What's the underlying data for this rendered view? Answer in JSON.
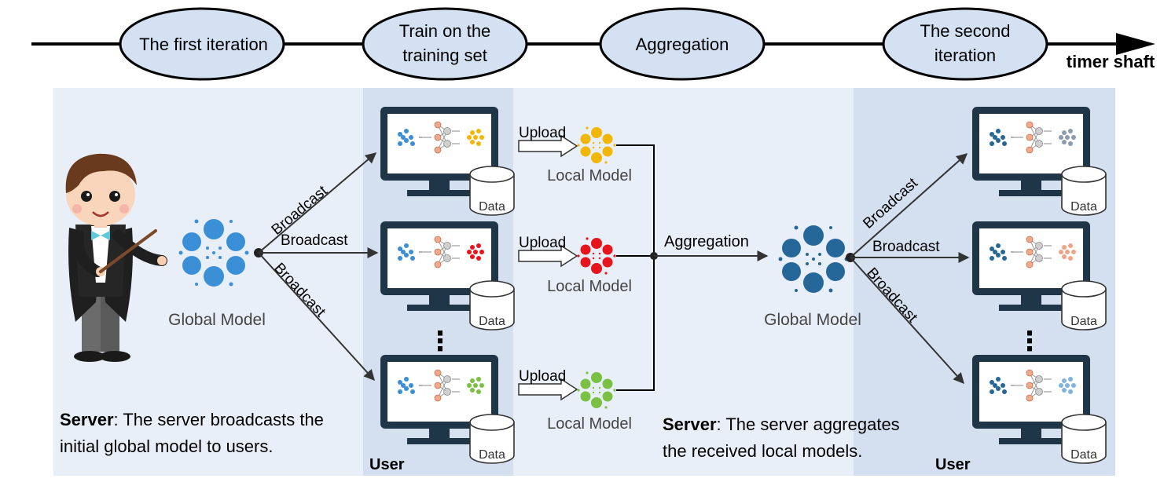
{
  "timeline": {
    "stages": [
      {
        "lines": [
          "The first iteration"
        ]
      },
      {
        "lines": [
          "Train on the",
          "training set"
        ]
      },
      {
        "lines": [
          "Aggregation"
        ]
      },
      {
        "lines": [
          "The second",
          "iteration"
        ]
      }
    ],
    "axis_label": "timer shaft"
  },
  "server": {
    "global_model_label": "Global Model",
    "broadcast_label": "Broadcast",
    "note1_bold": "Server",
    "note1_line1": ": The server broadcasts the",
    "note1_line2": "initial global model to users.",
    "note2_bold": "Server",
    "note2_line1": ": The server aggregates",
    "note2_line2": "the received local models."
  },
  "users": {
    "label": "User",
    "data_label": "Data",
    "ellipsis": "⋮"
  },
  "local": {
    "upload_label": "Upload",
    "local_model_label": "Local Model",
    "aggregation_label": "Aggregation"
  },
  "colors": {
    "panel_bg": "#e9eff9",
    "user_bg": "#d4e0f0",
    "ellipse_fill": "#d3e1f3",
    "global_blue": "#3a8fd6",
    "global_dark": "#26679a",
    "local_yellow": "#f2b705",
    "local_red": "#e8141b",
    "local_green": "#7ac143",
    "monitor_dark": "#1f3548"
  }
}
